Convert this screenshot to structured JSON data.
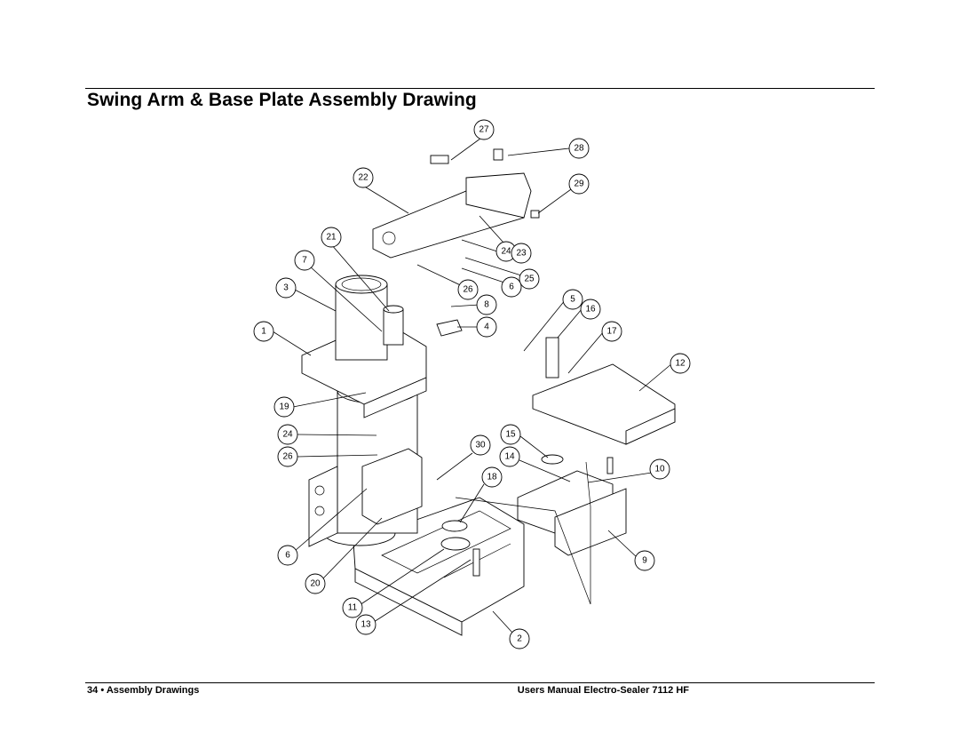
{
  "page": {
    "title": "Swing Arm & Base Plate Assembly Drawing",
    "footer_page_number": "34",
    "footer_bullet": "•",
    "footer_section": "Assembly Drawings",
    "footer_manual": "Users Manual Electro-Sealer 7112 HF"
  },
  "drawing": {
    "callouts": [
      "27",
      "28",
      "22",
      "29",
      "21",
      "24",
      "23",
      "7",
      "25",
      "3",
      "26",
      "6",
      "8",
      "5",
      "16",
      "1",
      "4",
      "17",
      "12",
      "19",
      "24",
      "15",
      "30",
      "26",
      "14",
      "10",
      "18",
      "6",
      "9",
      "20",
      "11",
      "13",
      "2"
    ]
  }
}
